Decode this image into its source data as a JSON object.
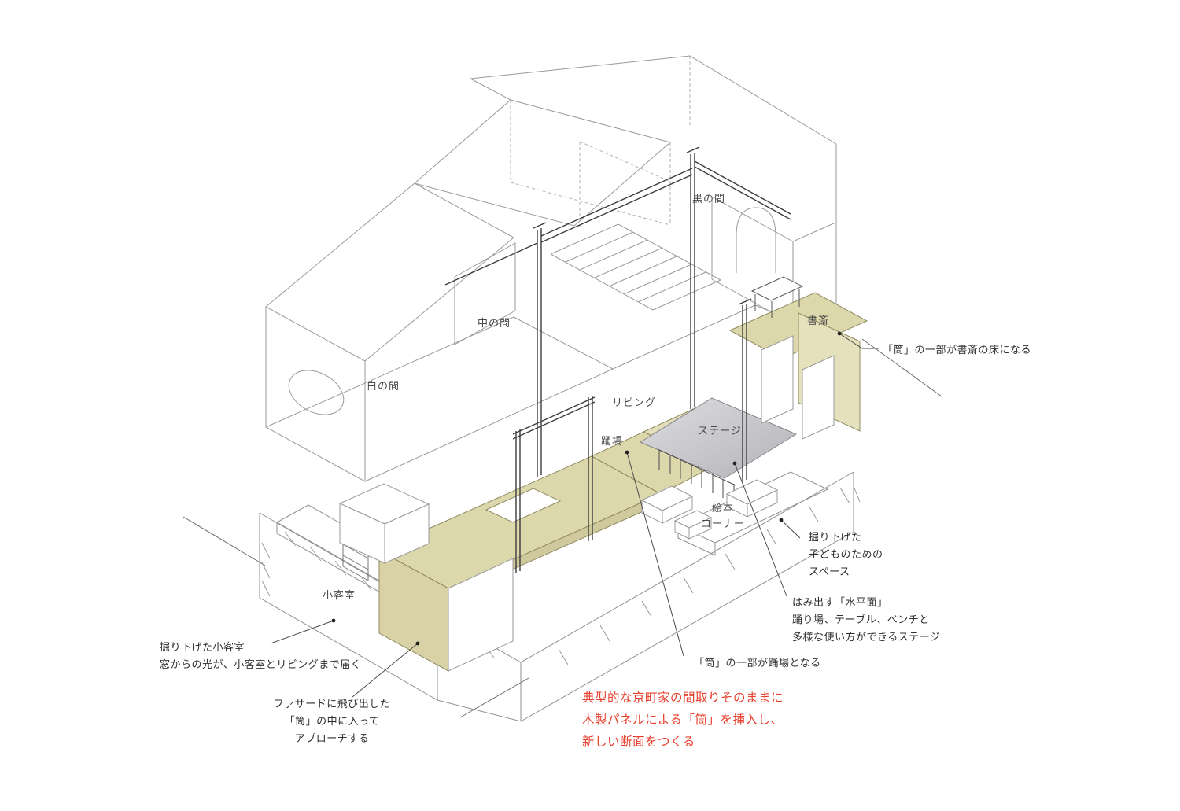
{
  "page": {
    "background": "#ffffff"
  },
  "diagram": {
    "rooms": {
      "shiro_no_ma": "白の間",
      "naka_no_ma": "中の間",
      "kuro_no_ma": "黒の間",
      "shosai": "書斎",
      "living": "リビング",
      "stage": "ステージ",
      "odoriba": "踊場",
      "ehon_corner": [
        "絵本",
        "コーナー"
      ],
      "sho_kyakushitsu": "小客室"
    },
    "annotations": {
      "study_floor": [
        "「筒」の一部が書斎の床になる"
      ],
      "children_space": [
        "掘り下げた",
        "子どものための",
        "スペース"
      ],
      "stage_use": [
        "はみ出す「水平面」",
        "踊り場、テーブル、ベンチと",
        "多様な使い方ができるステージ"
      ],
      "guest_room": [
        "掘り下げた小客室",
        "窓からの光が、小客室とリビングまで届く"
      ],
      "facade_tube": [
        "ファサードに飛び出した",
        "「筒」の中に入って",
        "アプローチする"
      ],
      "tube_landing": [
        "「筒」の一部が踊場となる"
      ]
    },
    "concept_note": {
      "lines": [
        "典型的な京町家の間取りそのままに",
        "木製パネルによる「筒」を挿入し、",
        "新しい断面をつくる"
      ],
      "color": "#e8402e"
    },
    "colors": {
      "tube_beige": "#ddd7ac",
      "tube_beige_dark": "#d2cc9e",
      "stage_gray": "#c6c6ca",
      "outline_gray": "#9a9a9a",
      "structure_dark": "#3c3c3c",
      "annotation_text": "#2f2f2f"
    }
  }
}
